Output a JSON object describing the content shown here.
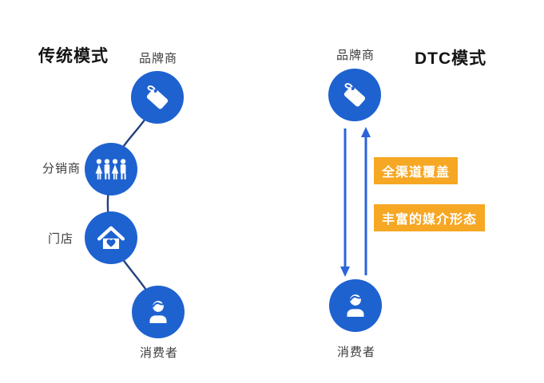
{
  "colors": {
    "background": "#ffffff",
    "node_blue": "#1e62d0",
    "connector_navy": "#24437d",
    "arrow_blue": "#2b65d9",
    "highlight_yellow": "#f6a723",
    "title_text": "#141414",
    "label_text": "#3c3c3c",
    "highlight_text": "#ffffff"
  },
  "left_panel": {
    "title": "传统模式",
    "nodes": [
      {
        "label": "品牌商",
        "icon": "price-tag-icon"
      },
      {
        "label": "分销商",
        "icon": "people-group-icon"
      },
      {
        "label": "门店",
        "icon": "house-heart-icon"
      },
      {
        "label": "消费者",
        "icon": "person-icon"
      }
    ]
  },
  "right_panel": {
    "title": "DTC模式",
    "top_node": {
      "label": "品牌商",
      "icon": "price-tag-icon"
    },
    "bottom_node": {
      "label": "消费者",
      "icon": "person-icon"
    },
    "highlights": [
      "全渠道覆盖",
      "丰富的媒介形态"
    ]
  }
}
